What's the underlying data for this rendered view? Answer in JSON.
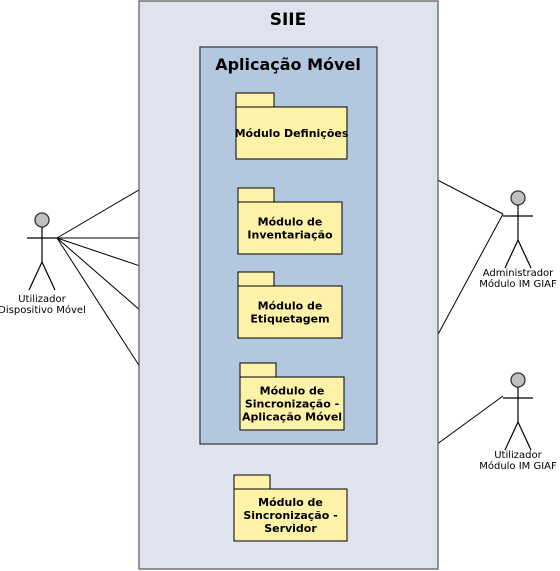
{
  "diagram": {
    "system_title": "SIIE",
    "subsystem_title": "Aplicação Móvel",
    "colors": {
      "system_fill": "#dfe3ee",
      "system_stroke": "#555555",
      "subsystem_fill": "#b3c7de",
      "subsystem_stroke": "#333333",
      "package_fill": "#fdf2a7",
      "package_stroke": "#000000",
      "actor_head": "#c0c0c0",
      "line": "#000000"
    },
    "packages": [
      {
        "id": "definicoes",
        "lines": [
          "Módulo Definições"
        ]
      },
      {
        "id": "inventariacao",
        "lines": [
          "Módulo de",
          "Inventariação"
        ]
      },
      {
        "id": "etiquetagem",
        "lines": [
          "Módulo de",
          "Etiquetagem"
        ]
      },
      {
        "id": "sincronizacao-app",
        "lines": [
          "Módulo de",
          "Sincronização -",
          "Aplicação Móvel"
        ]
      },
      {
        "id": "sincronizacao-servidor",
        "lines": [
          "Módulo de",
          "Sincronização -",
          "Servidor"
        ]
      }
    ],
    "actors": [
      {
        "id": "utilizador-dispositivo",
        "lines": [
          "Utilizador",
          "Dispositivo Móvel"
        ]
      },
      {
        "id": "administrador-giaf",
        "lines": [
          "Administrador",
          "Módulo IM GIAF"
        ]
      },
      {
        "id": "utilizador-giaf",
        "lines": [
          "Utilizador",
          "Módulo IM GIAF"
        ]
      }
    ],
    "associations": [
      {
        "actor": "utilizador-dispositivo",
        "package": "definicoes"
      },
      {
        "actor": "utilizador-dispositivo",
        "package": "inventariacao"
      },
      {
        "actor": "utilizador-dispositivo",
        "package": "etiquetagem"
      },
      {
        "actor": "utilizador-dispositivo",
        "package": "sincronizacao-app"
      },
      {
        "actor": "utilizador-dispositivo",
        "package": "sincronizacao-servidor"
      },
      {
        "actor": "administrador-giaf",
        "package": "definicoes"
      },
      {
        "actor": "administrador-giaf",
        "package": "sincronizacao-servidor"
      },
      {
        "actor": "utilizador-giaf",
        "package": "sincronizacao-servidor"
      }
    ]
  }
}
